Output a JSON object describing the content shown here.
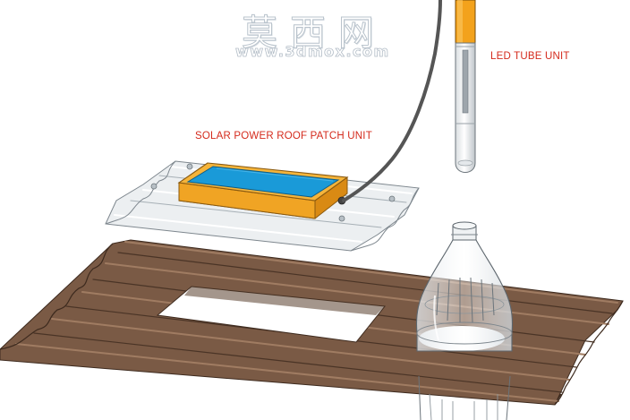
{
  "watermark": {
    "chinese": "莫西网",
    "url": "www.3dmox.com"
  },
  "labels": {
    "led_tube": "LED TUBE UNIT",
    "solar_patch": "SOLAR POWER ROOF PATCH UNIT"
  },
  "colors": {
    "label_text": "#d42a1c",
    "roof_sheet": "#7a5a45",
    "roof_sheet_dark": "#4a3426",
    "patch_sheet": "#e9ecee",
    "solar_frame": "#f2a423",
    "solar_panel": "#1a9ad8",
    "led_cap": "#f3a21c",
    "cable": "#555555"
  },
  "icons": [
    "solar-panel",
    "pvc-bottle",
    "led-tube",
    "corrugated-roof",
    "cable"
  ]
}
